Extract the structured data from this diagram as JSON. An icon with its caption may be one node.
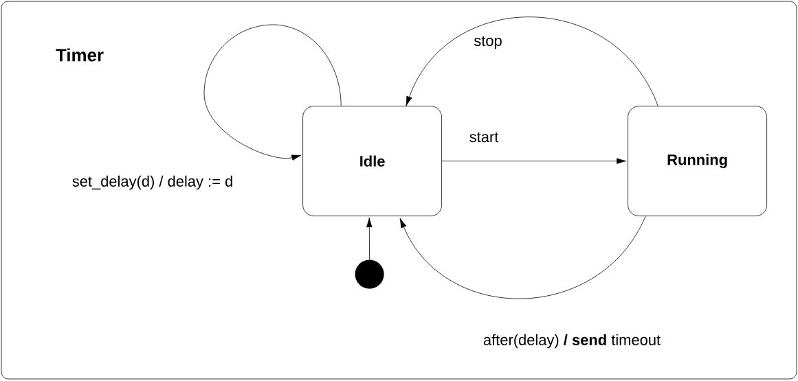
{
  "diagram": {
    "nodes": [
      {
        "text": [
          "Timer"
        ]
      },
      {
        "text": [
          "Idle"
        ],
        "in": 0
      },
      {
        "text": [
          "Running"
        ],
        "in": 0
      },
      {
        "text": [],
        "shape": "circle",
        "in": 0
      }
    ],
    "edges": [
      {
        "from": 1,
        "to": 1,
        "arrow": "to",
        "label": "set_delay(d) / delay := d"
      },
      {
        "from": 1,
        "to": 2,
        "arrow": "to",
        "label": "start"
      },
      {
        "from": 2,
        "to": 1,
        "arrow": "to",
        "label": "stop"
      },
      {
        "from": 2,
        "to": 1,
        "arrow": "to",
        "label": "after(delay) **/ send** timeout"
      },
      {
        "from": 3,
        "to": 1,
        "arrow": "to"
      }
    ]
  }
}
